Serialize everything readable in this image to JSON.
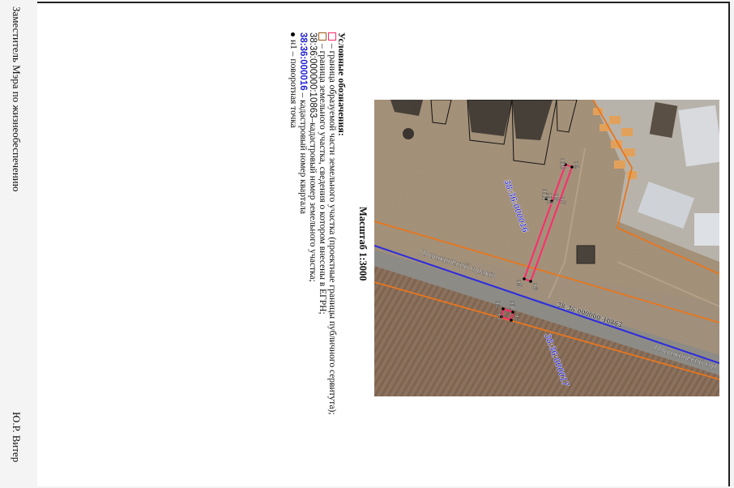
{
  "signature": {
    "position": "Заместитель Мэра по жизнеобеспечению",
    "name": "Ю.Р. Витер"
  },
  "legend": {
    "title": "Условные обозначения:",
    "servitude_text": "– граница образуемой части  земельного участка (проектные границы публичного сервитута);",
    "parcel_text": "– граница земельного участка, сведения о котором внесены в ЕГРН;",
    "parcel_code": "38:36:000000:10863",
    "parcel_code_text": "–кадастровый номер земельного участка;",
    "quarter_code": "38:36:000016",
    "quarter_code_text": "– кадастровый номер квартала",
    "point_text": "н1 – поворотная точка"
  },
  "scale": "Масштаб 1:3000",
  "map_labels": {
    "quarter_north": "38:36:000016",
    "quarter_south": "38:36:000017",
    "parcel_road": "38:36:000000:10863",
    "road_name_1": "Плишкинский тракт",
    "road_name_2": "Плишкинский тр"
  },
  "points": {
    "n1": "н1",
    "n2": "н2",
    "n3": "н3",
    "n4": "н4",
    "n5": "н5",
    "n6": "н6",
    "n7": "н7",
    "n8": "н8",
    "n9": "н9",
    "n10": "н10",
    "n11": "н11",
    "n12": "н12"
  },
  "colors": {
    "servitude": "#ff2a6d",
    "parcel": "#e8761e",
    "quarter": "#2a2ae0",
    "quarter_text": "#1e1ed2"
  }
}
